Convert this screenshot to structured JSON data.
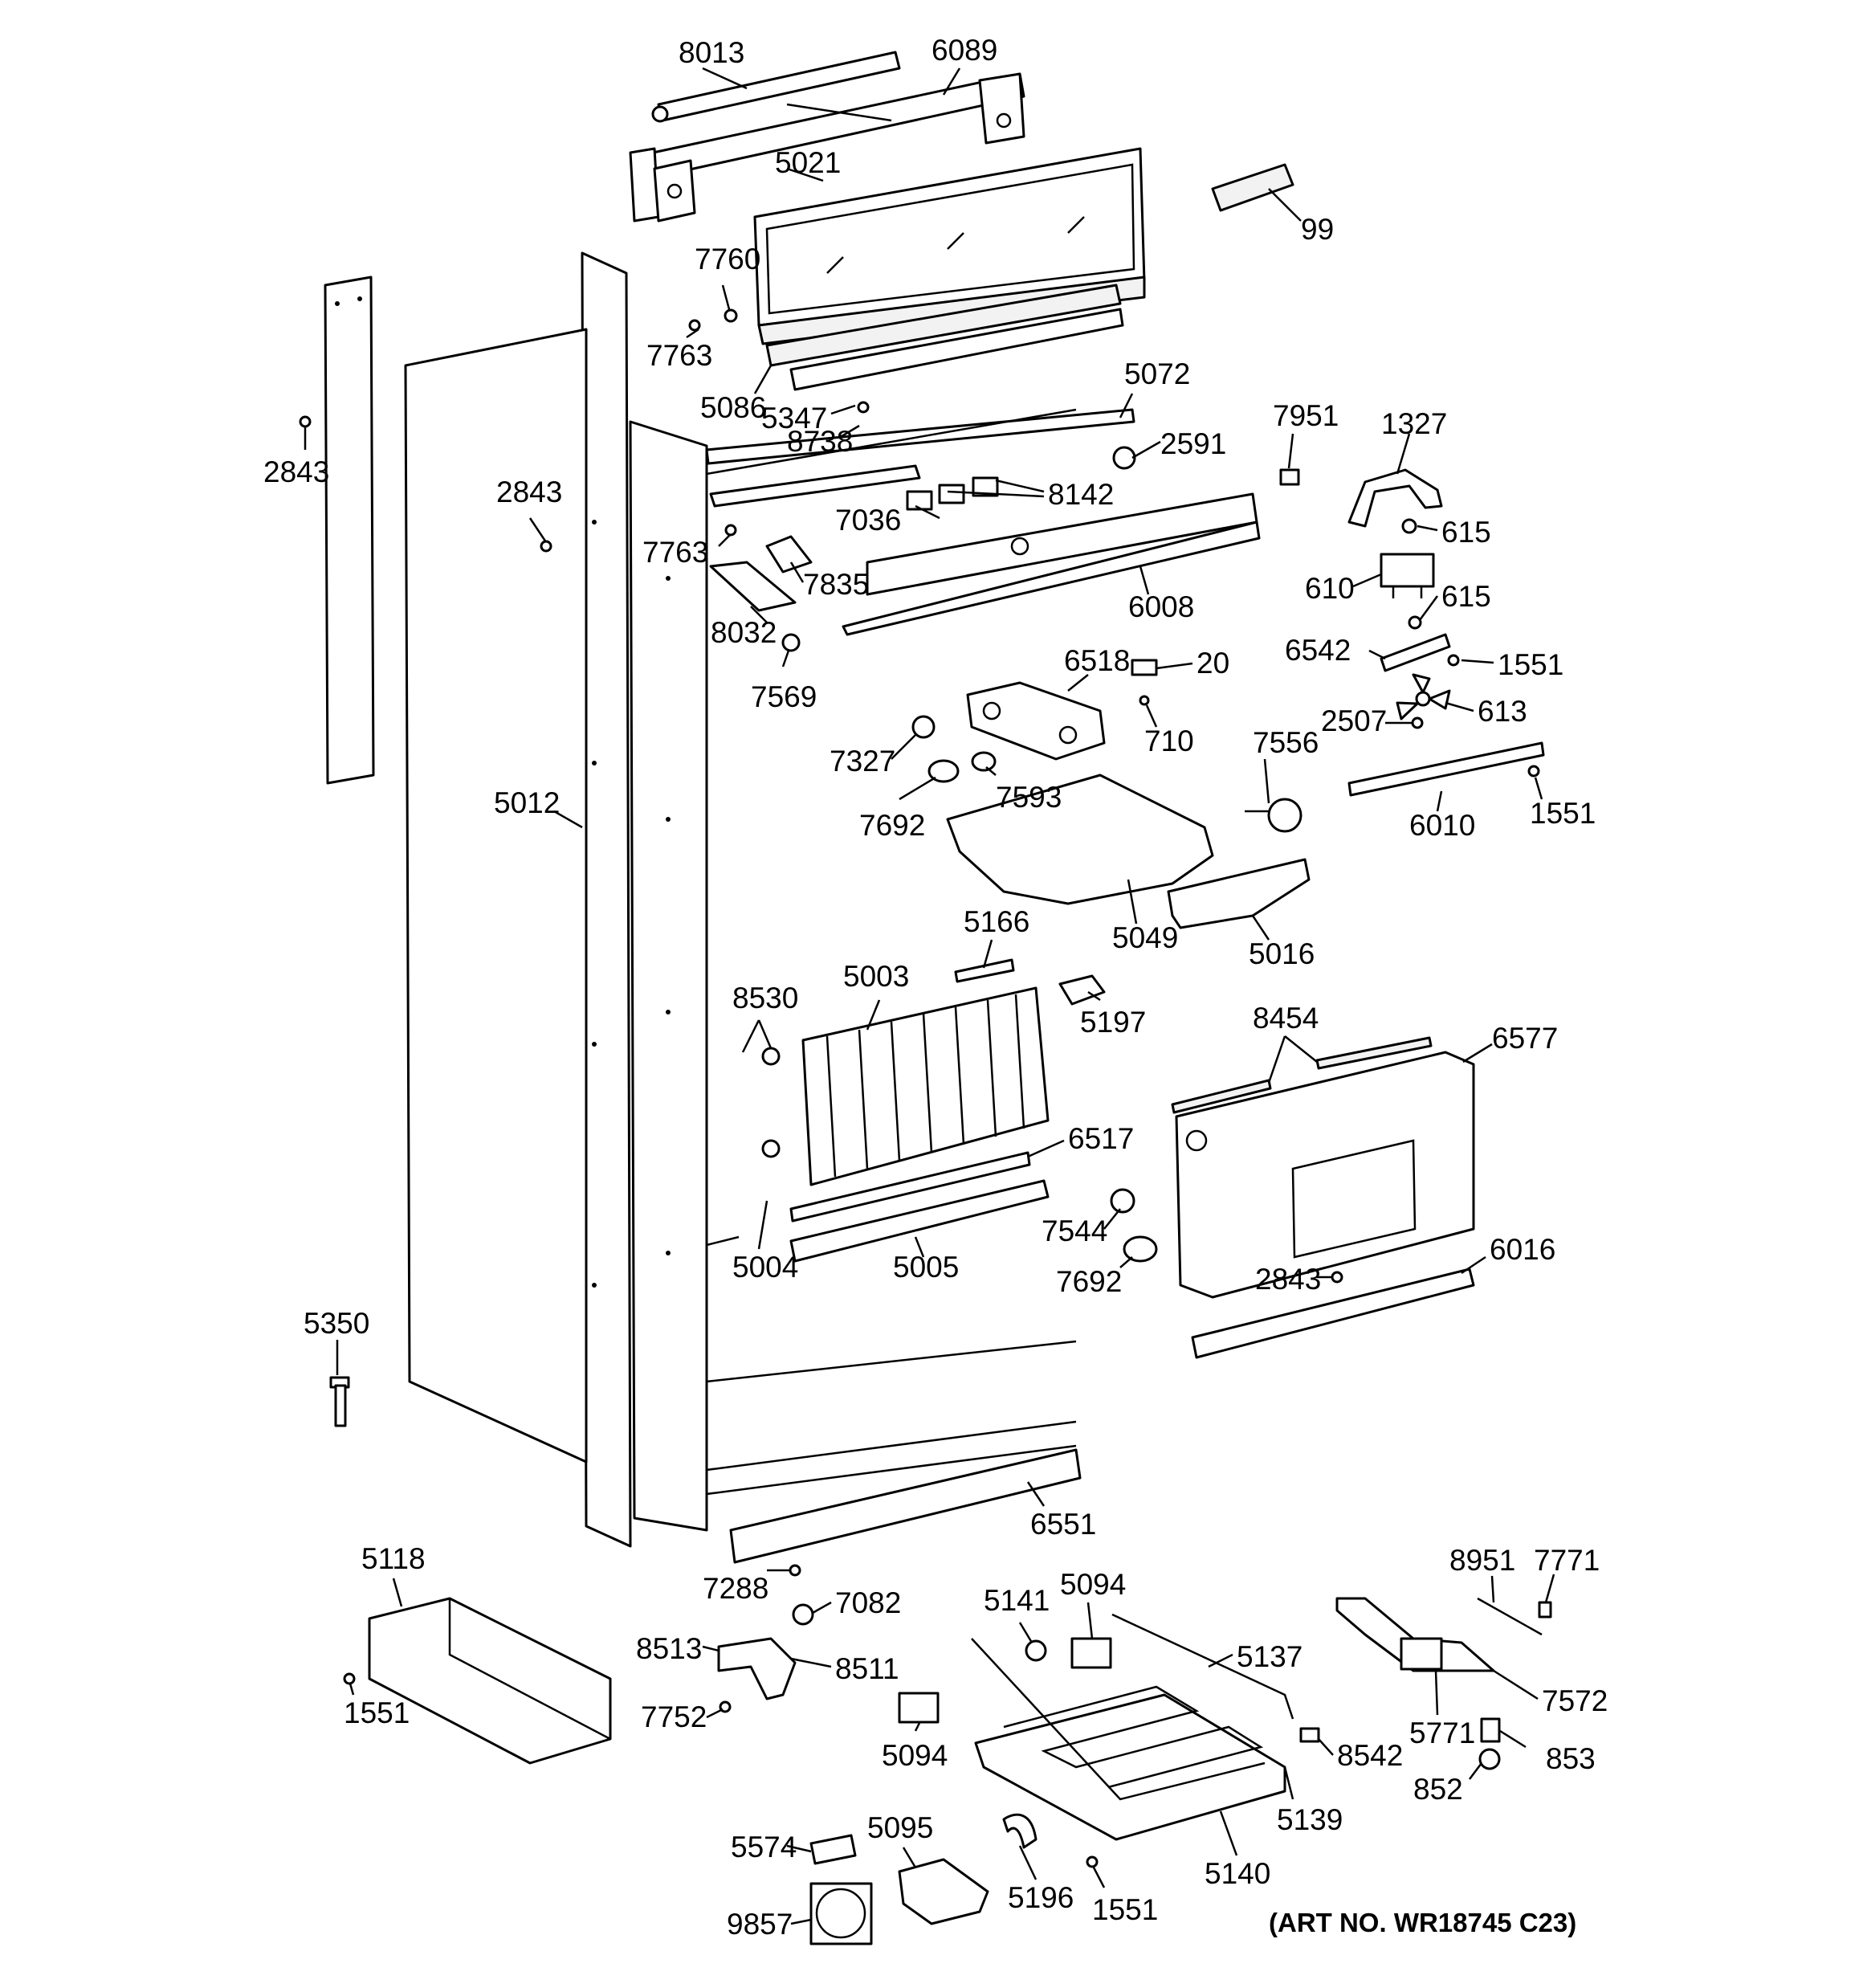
{
  "art_number": "(ART NO. WR18745 C23)",
  "callouts": [
    "8013",
    "6089",
    "5021",
    "99",
    "7760",
    "7763",
    "2843",
    "2843",
    "5086",
    "5347",
    "8738",
    "5072",
    "2591",
    "7951",
    "1327",
    "615",
    "610",
    "615",
    "8142",
    "7036",
    "7763",
    "7835",
    "6008",
    "8032",
    "7569",
    "6542",
    "1551",
    "6518",
    "20",
    "710",
    "2507",
    "613",
    "7327",
    "7692",
    "7593",
    "7556",
    "6010",
    "1551",
    "5012",
    "5049",
    "5016",
    "5166",
    "5003",
    "8530",
    "5197",
    "8454",
    "6577",
    "6517",
    "7544",
    "7692",
    "5004",
    "5005",
    "2843",
    "6016",
    "5350",
    "6551",
    "5118",
    "7288",
    "7082",
    "8513",
    "8511",
    "1551",
    "7752",
    "5141",
    "5094",
    "5137",
    "8951",
    "7771",
    "7572",
    "5771",
    "5094",
    "8542",
    "853",
    "852",
    "5139",
    "5140",
    "5574",
    "5095",
    "5196",
    "9857",
    "1551"
  ]
}
